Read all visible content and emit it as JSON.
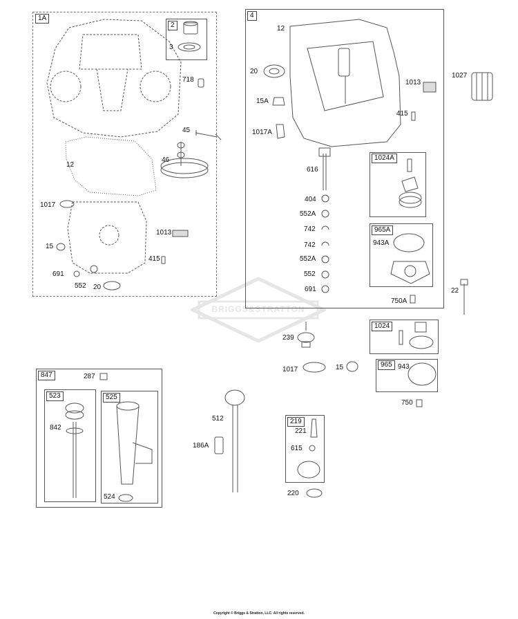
{
  "diagram": {
    "tags": {
      "g1A": "1A",
      "g2": "2",
      "g4": "4",
      "g1024A": "1024A",
      "g965A": "965A",
      "g1024": "1024",
      "g965": "965",
      "g847": "847",
      "g523": "523",
      "g525": "525",
      "g219": "219"
    },
    "labels": {
      "p3": "3",
      "p718": "718",
      "p45": "45",
      "p46": "46",
      "p12a": "12",
      "p1017a": "1017",
      "p1013a": "1013",
      "p15a": "15",
      "p415a": "415",
      "p691a": "691",
      "p552a": "552",
      "p20a": "20",
      "p12b": "12",
      "p20b": "20",
      "p1013b": "1013",
      "p15A": "15A",
      "p415b": "415",
      "p1017A": "1017A",
      "p616": "616",
      "p404": "404",
      "p552Aa": "552A",
      "p742a": "742",
      "p742b": "742",
      "p552Ab": "552A",
      "p552b": "552",
      "p691b": "691",
      "p750A": "750A",
      "p943A": "943A",
      "p1027": "1027",
      "p22": "22",
      "p239": "239",
      "p1017b": "1017",
      "p15b": "15",
      "p943": "943",
      "p750": "750",
      "p287": "287",
      "p842": "842",
      "p524": "524",
      "p512": "512",
      "p186A": "186A",
      "p221": "221",
      "p615": "615",
      "p220": "220"
    },
    "watermark": "BRIGGS&STRATTON",
    "copyright": "Copyright © Briggs & Stratton, LLC. All rights reserved."
  }
}
